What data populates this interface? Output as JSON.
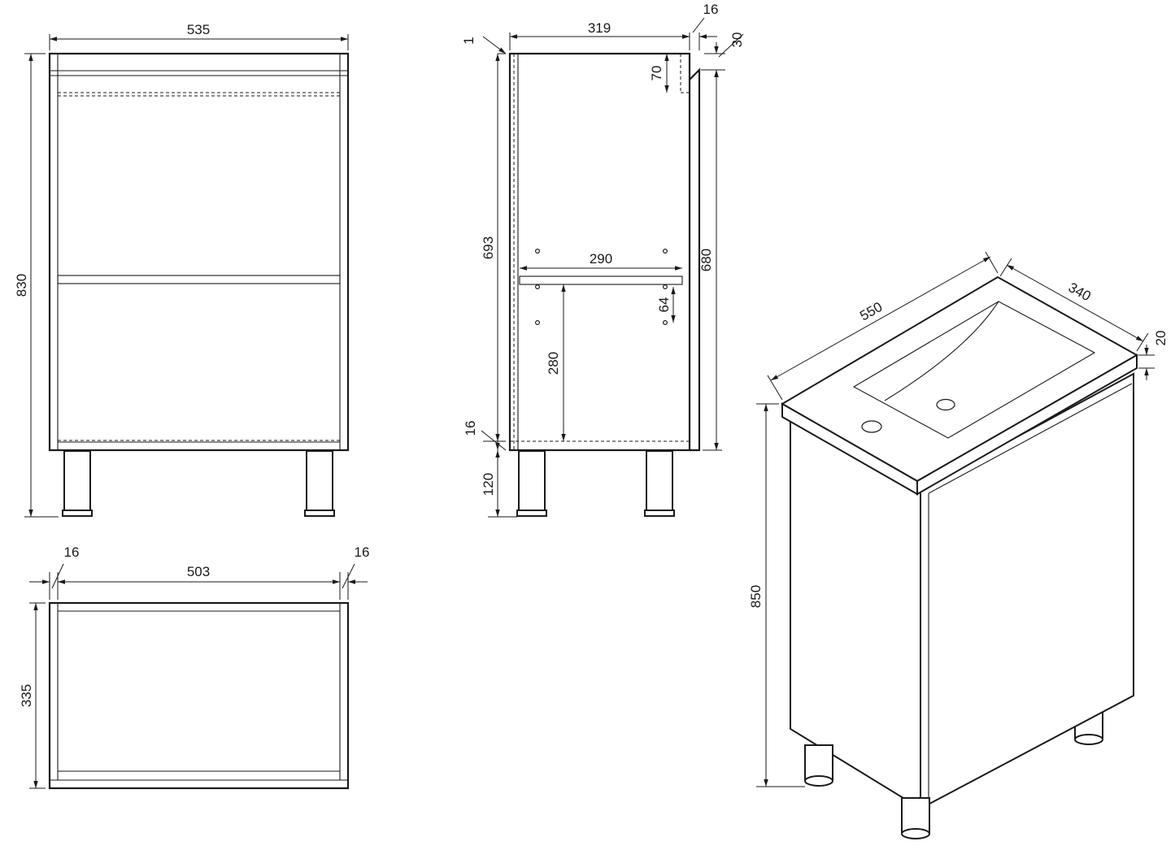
{
  "front_view": {
    "width_label": "535",
    "height_label": "830"
  },
  "side_view": {
    "depth_label": "319",
    "back_gap_label": "1",
    "door_thickness_label": "16",
    "top_offset_label": "30",
    "rail_label": "70",
    "body_height_label": "693",
    "door_height_label": "680",
    "shelf_depth_label": "290",
    "hole_pitch_label": "64",
    "shelf_height_label": "280",
    "base_thickness_label": "16",
    "leg_height_label": "120"
  },
  "top_view": {
    "left_panel_label": "16",
    "inner_width_label": "503",
    "right_panel_label": "16",
    "depth_label": "335"
  },
  "iso_view": {
    "basin_width_label": "550",
    "basin_depth_label": "340",
    "basin_thickness_label": "20",
    "total_height_label": "850"
  },
  "colors": {
    "line": "#1a1a1a",
    "paper": "#ffffff"
  }
}
